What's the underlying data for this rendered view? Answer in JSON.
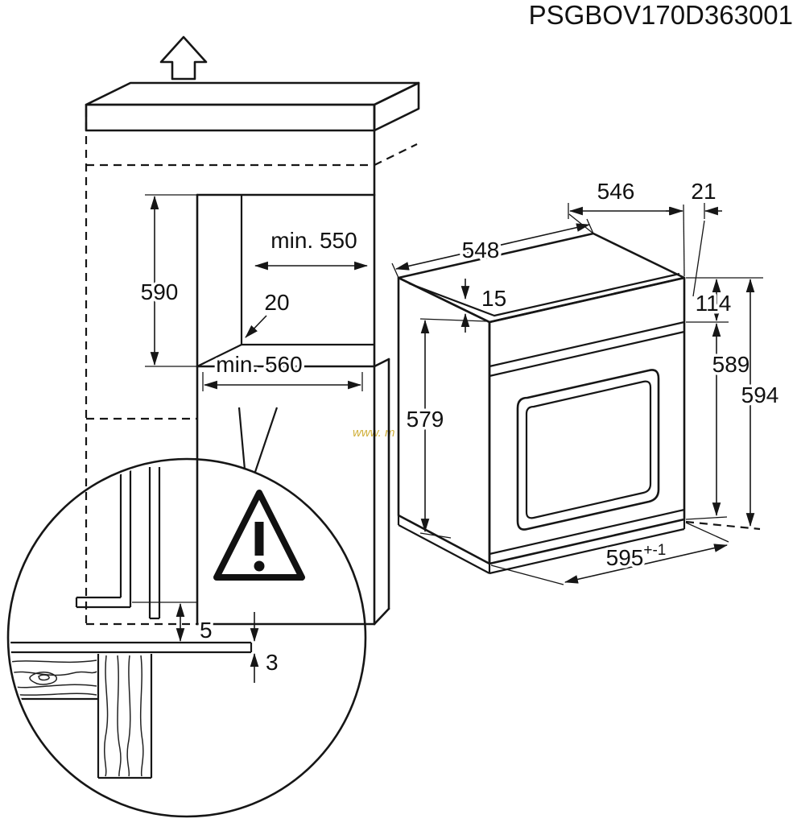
{
  "title": "PSGBOV170D363001",
  "watermark": "www. m",
  "cabinet": {
    "niche_height": "590",
    "niche_min_width": "min. 550",
    "rear_gap": "20",
    "niche_min_depth": "min. 560"
  },
  "oven": {
    "top_depth": "548",
    "upper_depth": "546",
    "door_offset": "21",
    "top_recess": "15",
    "panel_height": "114",
    "body_height": "589",
    "total_height": "594",
    "side_height": "579",
    "width": "595",
    "width_tolerance": "+-1"
  },
  "detail": {
    "gap_upper": "5",
    "gap_lower": "3"
  }
}
